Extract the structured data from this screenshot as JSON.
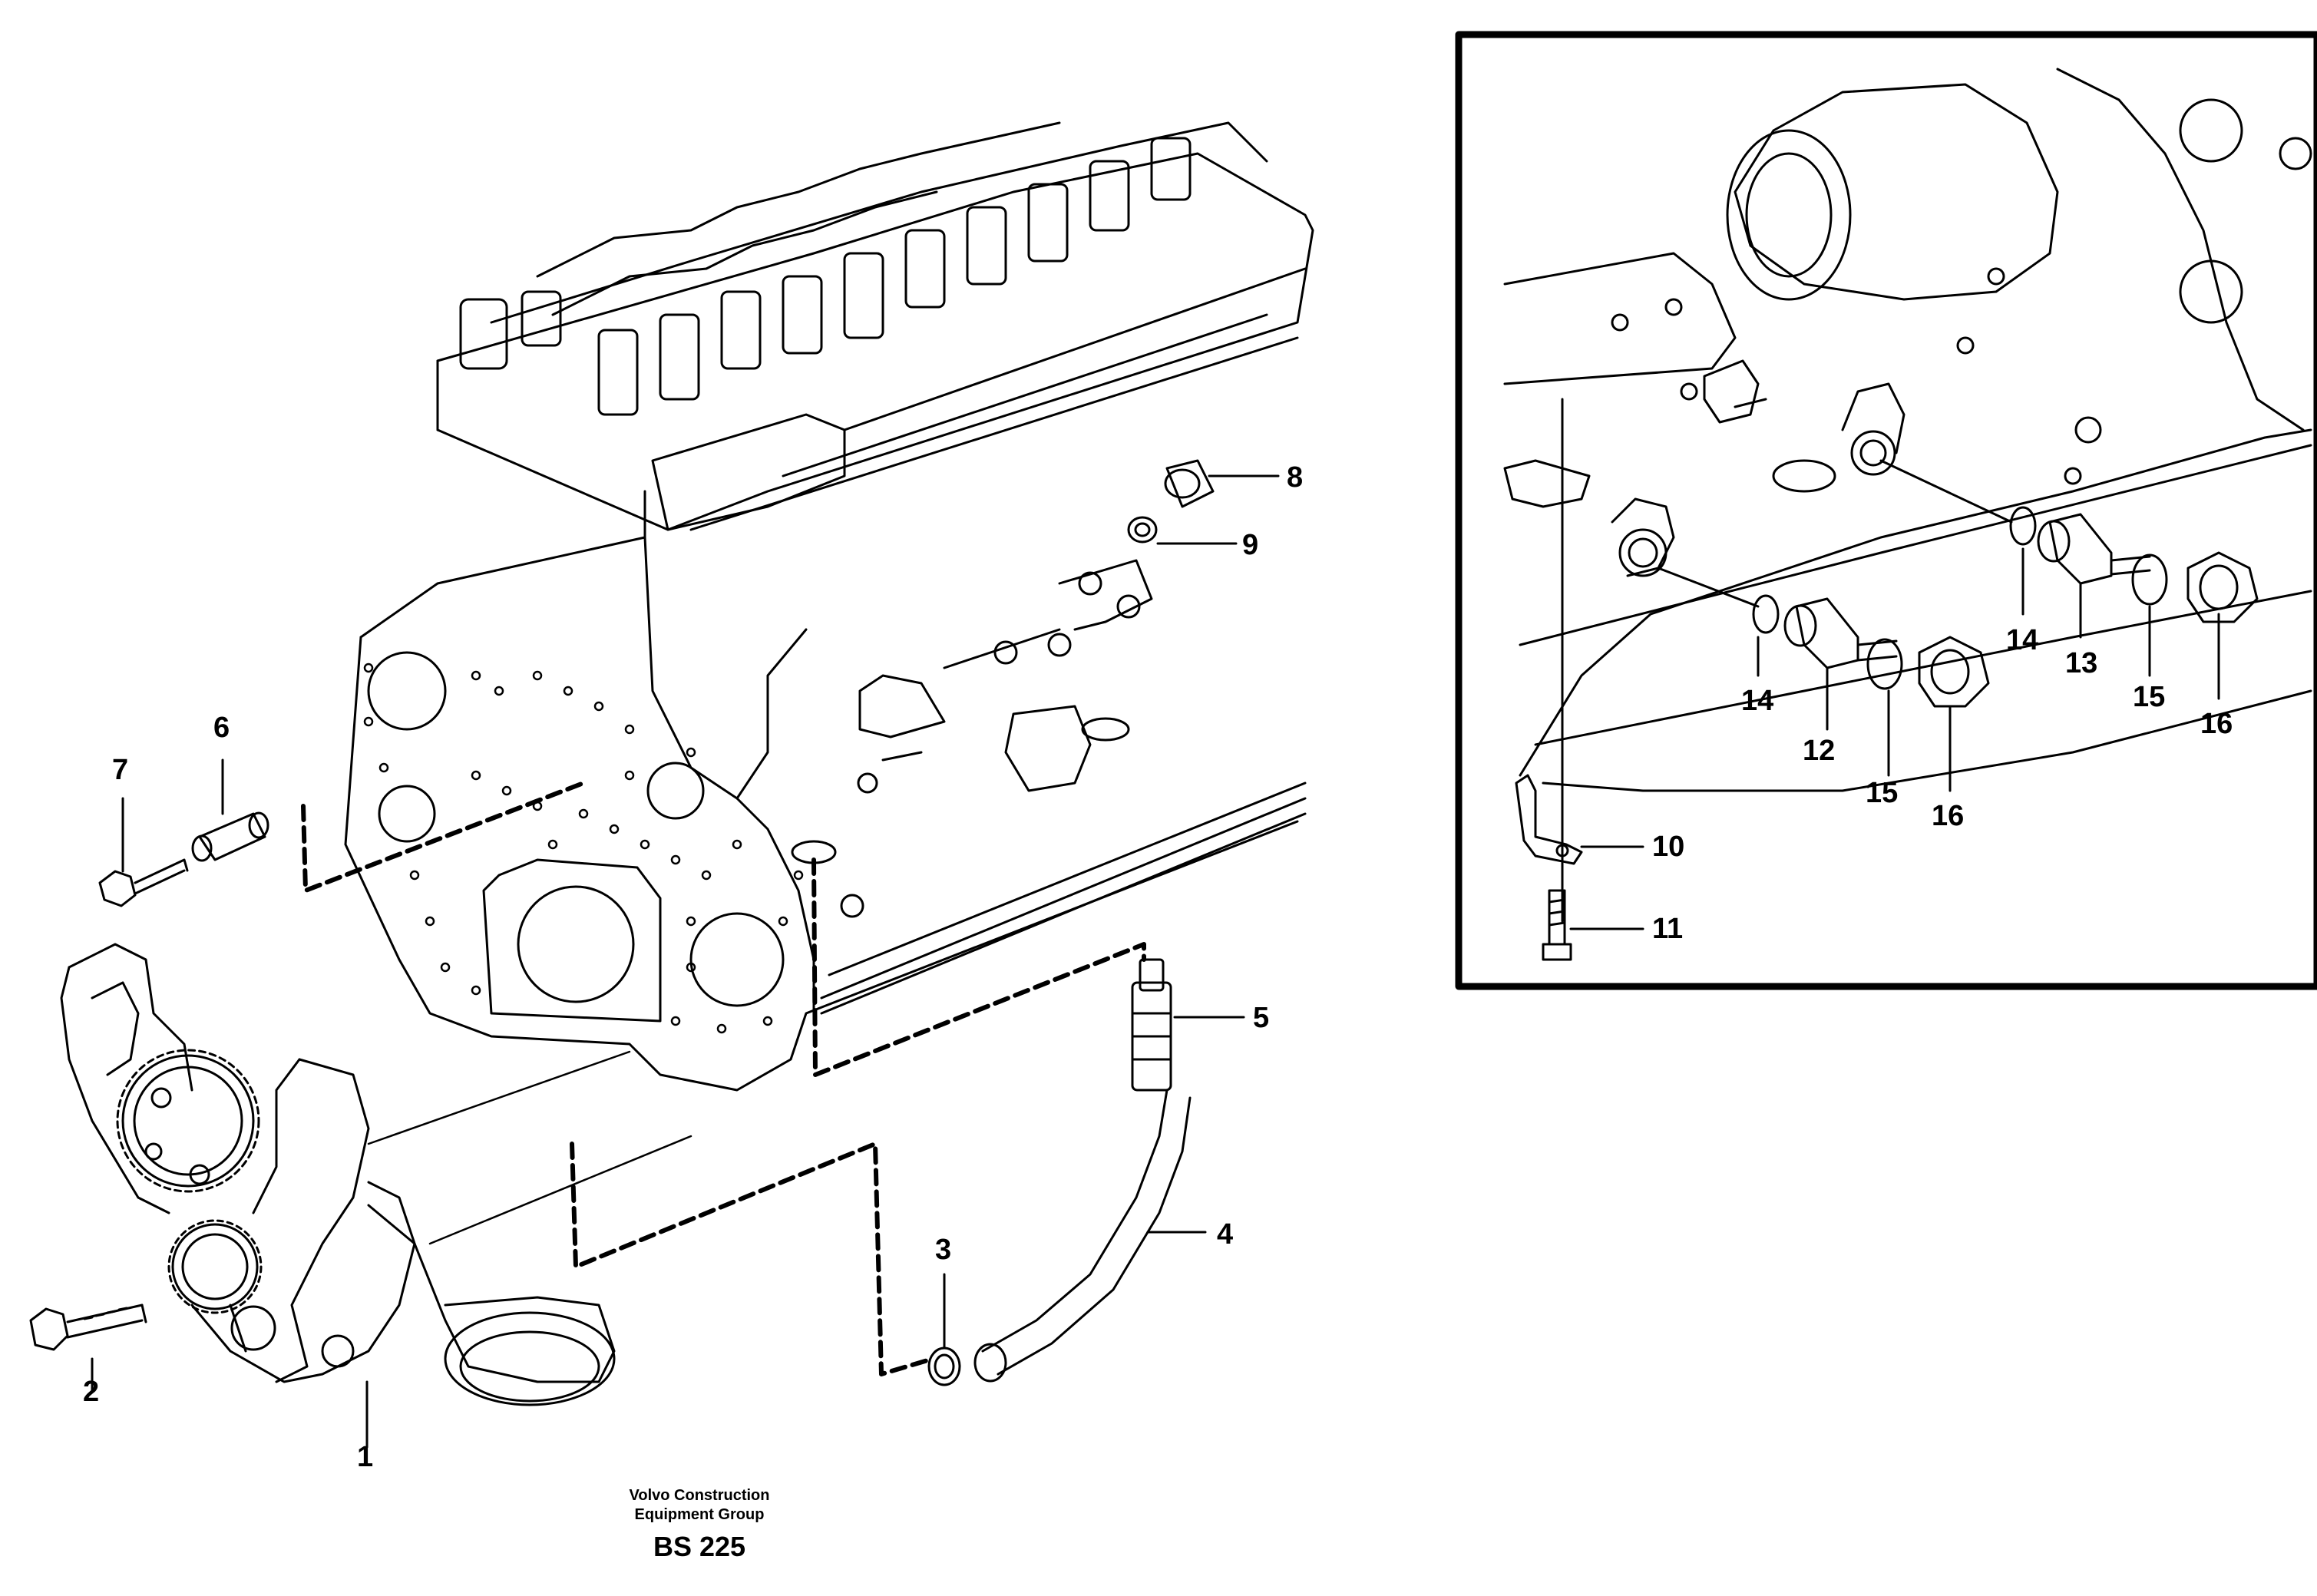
{
  "footer": {
    "org_line1": "Volvo Construction",
    "org_line2": "Equipment Group",
    "code": "BS 225"
  },
  "callouts": {
    "c1": "1",
    "c2": "2",
    "c3": "3",
    "c4": "4",
    "c5": "5",
    "c6": "6",
    "c7": "7",
    "c8": "8",
    "c9": "9",
    "c10": "10",
    "c11": "11",
    "c12": "12",
    "c13": "13",
    "c14a": "14",
    "c14b": "14",
    "c15a": "15",
    "c15b": "15",
    "c16a": "16",
    "c16b": "16"
  }
}
